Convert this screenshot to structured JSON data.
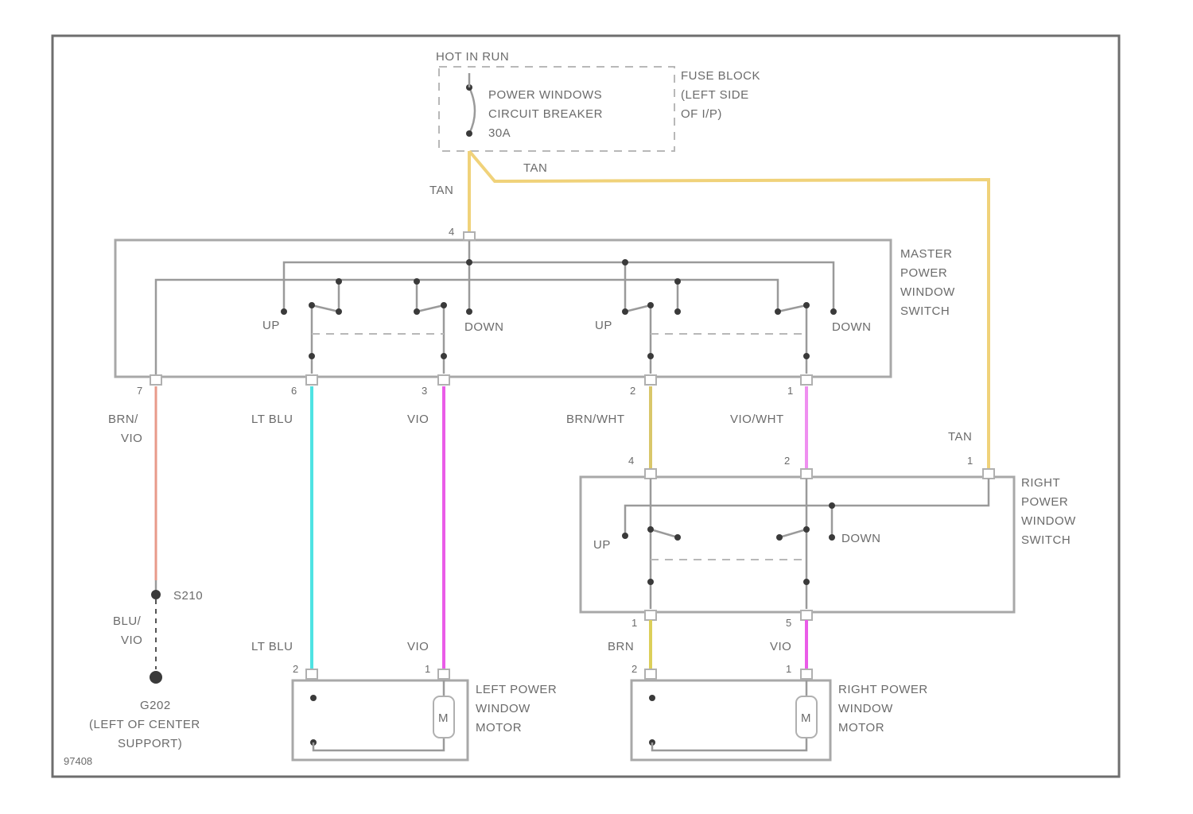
{
  "labels": {
    "hot_in_run": "HOT IN RUN",
    "cb_line1": "POWER WINDOWS",
    "cb_line2": "CIRCUIT BREAKER",
    "cb_line3": "30A",
    "fb_line1": "FUSE BLOCK",
    "fb_line2": "(LEFT SIDE",
    "fb_line3": "OF I/P)",
    "tan_top": "TAN",
    "tan_left": "TAN",
    "tan_right": "TAN",
    "master_line1": "MASTER",
    "master_line2": "POWER",
    "master_line3": "WINDOW",
    "master_line4": "SWITCH",
    "up_1": "UP",
    "down_1": "DOWN",
    "up_2": "UP",
    "down_2": "DOWN",
    "pin_master_top": "4",
    "pin_m1": "7",
    "pin_m2": "6",
    "pin_m3": "3",
    "pin_m4": "2",
    "pin_m5": "1",
    "brn_vio_1": "BRN/",
    "brn_vio_2": "VIO",
    "lt_blu_top": "LT BLU",
    "vio_top": "VIO",
    "brn_wht": "BRN/WHT",
    "vio_wht": "VIO/WHT",
    "rs_pin_brn": "4",
    "rs_pin_vio": "2",
    "rs_pin_tan": "1",
    "right_switch_line1": "RIGHT",
    "right_switch_line2": "POWER",
    "right_switch_line3": "WINDOW",
    "right_switch_line4": "SWITCH",
    "up_3": "UP",
    "down_3": "DOWN",
    "rs_pin_bl": "1",
    "rs_pin_br": "5",
    "splice": "S210",
    "blu_vio_1": "BLU/",
    "blu_vio_2": "VIO",
    "ground_id": "G202",
    "ground_line1": "(LEFT OF CENTER",
    "ground_line2": "SUPPORT)",
    "lt_blu_bottom": "LT BLU",
    "vio_bottom_left": "VIO",
    "brn_bottom": "BRN",
    "vio_bottom_right": "VIO",
    "pin_lm_left": "2",
    "pin_lm_right": "1",
    "pin_rm_left": "2",
    "pin_rm_right": "1",
    "left_motor_line1": "LEFT POWER",
    "left_motor_line2": "WINDOW",
    "left_motor_line3": "MOTOR",
    "right_motor_line1": "RIGHT POWER",
    "right_motor_line2": "WINDOW",
    "right_motor_line3": "MOTOR",
    "motor_symbol_left": "M",
    "motor_symbol_right": "M",
    "diagram_code": "97408"
  },
  "wire_colors": {
    "tan": "#f0d27a",
    "brn_vio": "#e89a8a",
    "lt_blu": "#4fe3e3",
    "vio": "#ea5ce8",
    "brn_wht": "#d9c76a",
    "vio_wht": "#ef8ff0",
    "brn": "#dccf5a"
  }
}
